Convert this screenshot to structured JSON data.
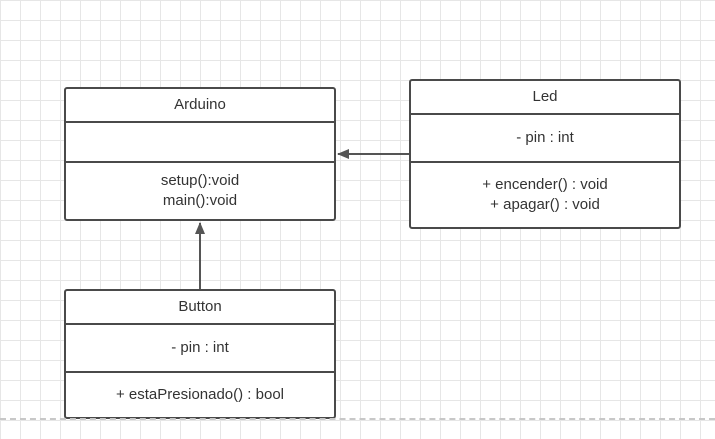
{
  "colors": {
    "border": "#4a4a4a",
    "text": "#333333",
    "connector": "#555555",
    "grid": "#e6e6e6"
  },
  "classes": {
    "arduino": {
      "name": "Arduino",
      "attributes": [],
      "methods": [
        "setup():void",
        "main():void"
      ]
    },
    "led": {
      "name": "Led",
      "attributes": [
        "- pin : int"
      ],
      "methods": [
        "+ encender() : void",
        "+ apagar() : void"
      ]
    },
    "button": {
      "name": "Button",
      "attributes": [
        "- pin : int"
      ],
      "methods": [
        "+ estaPresionado() : bool"
      ]
    }
  },
  "relationships": [
    {
      "from": "led",
      "to": "arduino",
      "type": "association"
    },
    {
      "from": "button",
      "to": "arduino",
      "type": "association"
    }
  ]
}
